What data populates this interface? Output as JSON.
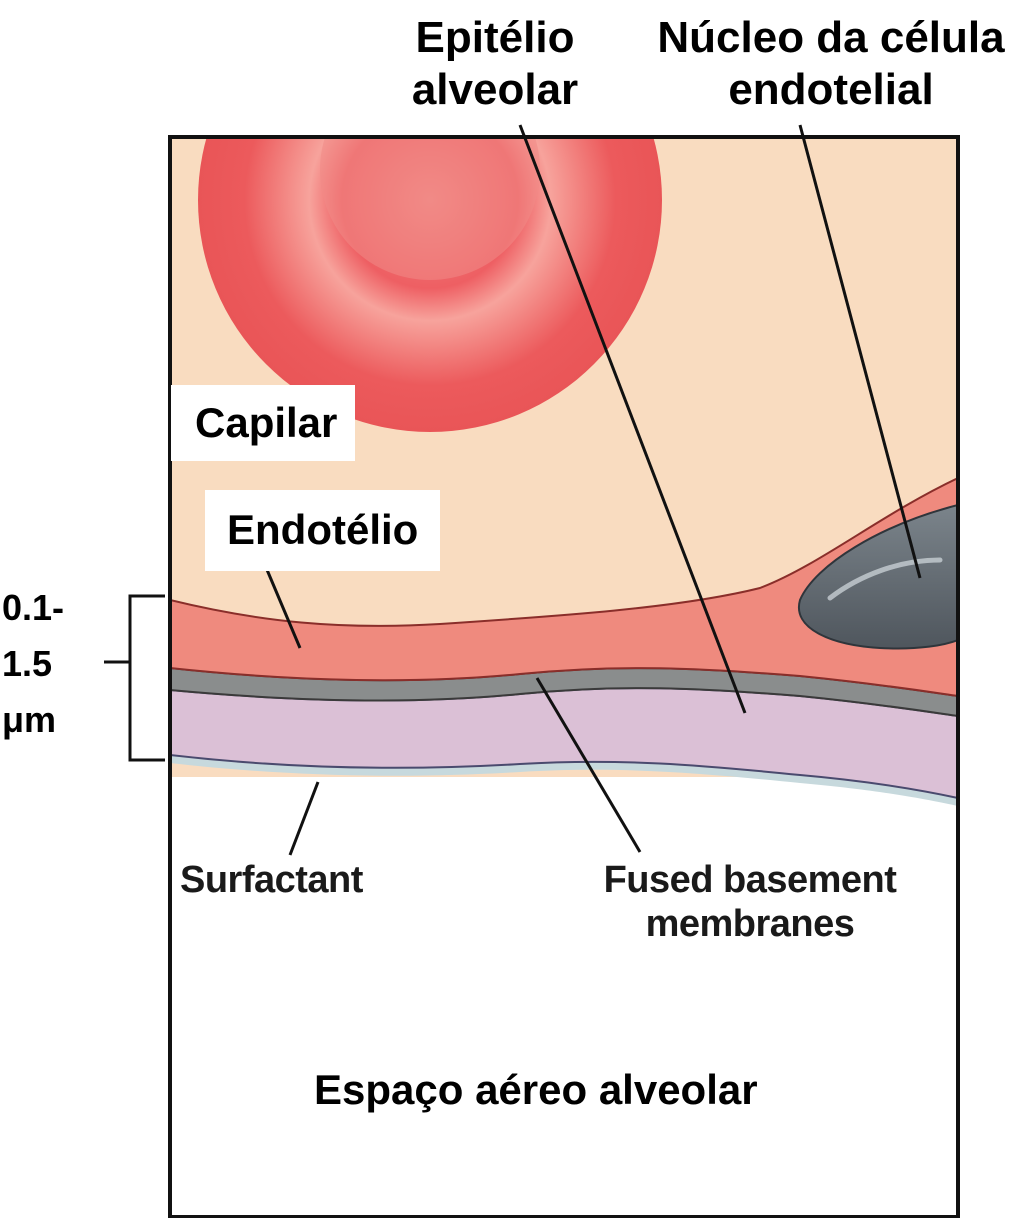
{
  "labels": {
    "alveolar_epithelium": [
      "Epitélio",
      "alveolar"
    ],
    "endothelial_nucleus": [
      "Núcleo da célula",
      "endotelial"
    ],
    "capillary": "Capilar",
    "endothelium": "Endotélio",
    "thickness": [
      "0.1-",
      "1.5",
      "μm"
    ],
    "surfactant": "Surfactant",
    "fused_basement_membranes": [
      "Fused basement",
      "membranes"
    ],
    "alveolar_air_space": "Espaço aéreo alveolar"
  },
  "colors": {
    "capillary_plasma": "#f9dcc0",
    "red_blood_cell": "#ec5a5c",
    "endothelium": "#ef8a7e",
    "basement_membrane": "#8a8d8d",
    "alveolar_epithelium": "#dbc0d6",
    "surfactant": "#c7d9dd",
    "nucleus": "#5f6770",
    "air_space": "#ffffff"
  }
}
